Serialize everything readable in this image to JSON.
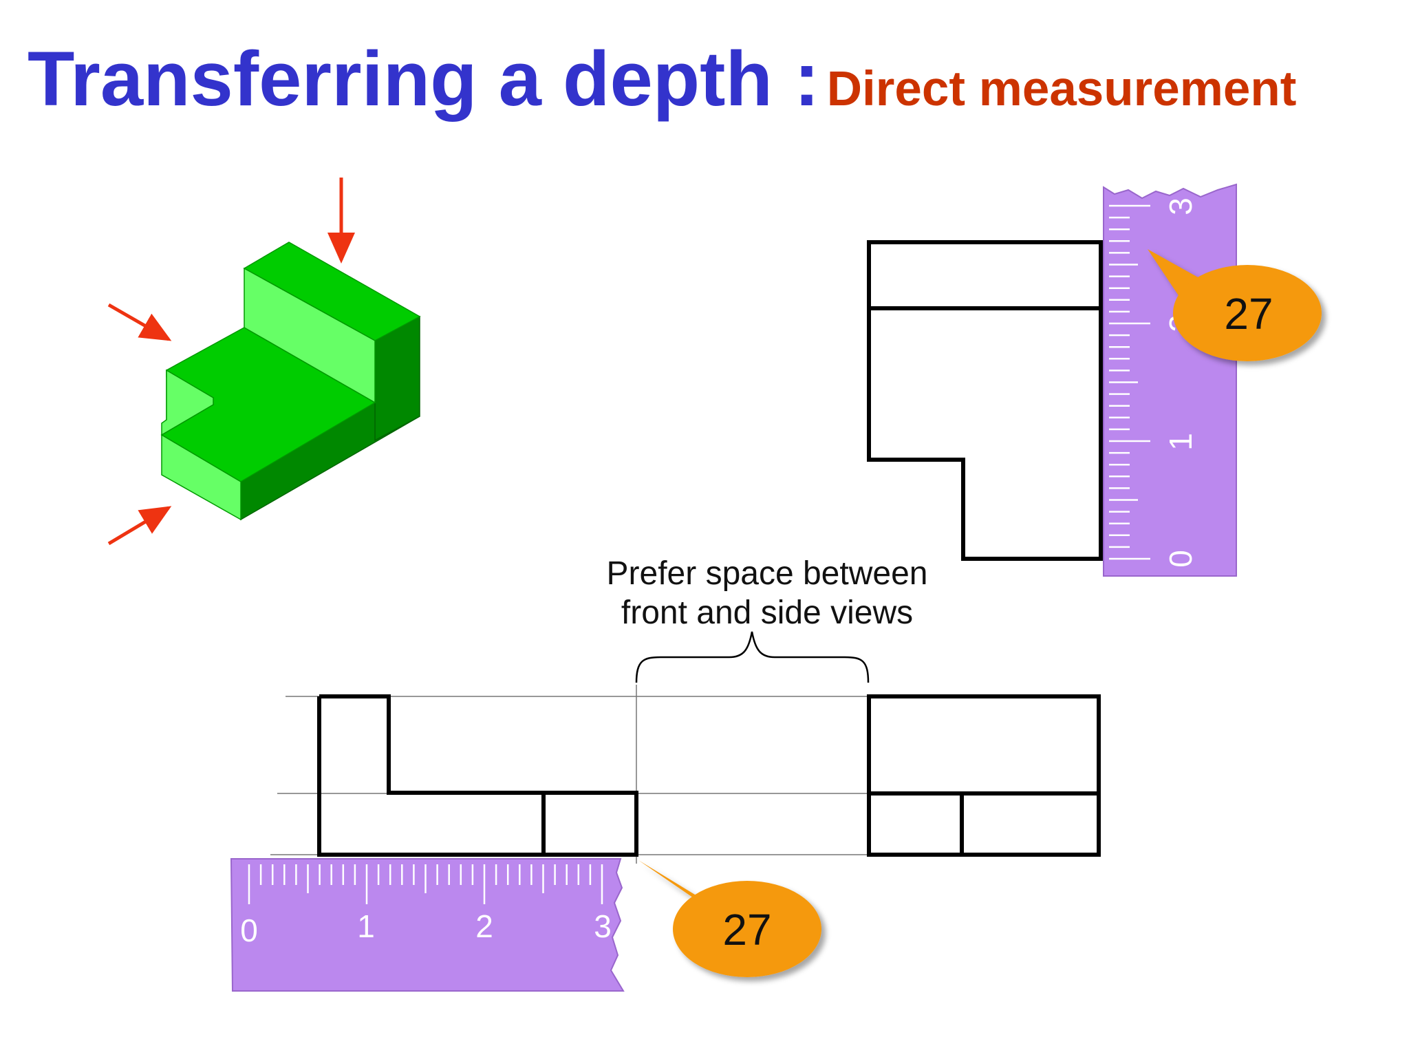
{
  "title": {
    "main": "Transferring a depth :",
    "sub": "Direct measurement"
  },
  "colors": {
    "title_blue": "#3333cc",
    "subtitle_red": "#cc3300",
    "block_green": "#00cc00",
    "arrow_red": "#ee3311",
    "ruler_purple": "#bb88ee",
    "callout_orange": "#f5990f"
  },
  "note": {
    "line1": "Prefer space between",
    "line2": "front and side views"
  },
  "callouts": {
    "top": "27",
    "bottom": "27"
  },
  "ruler_vertical": {
    "labels": [
      "0",
      "1",
      "2",
      "3"
    ]
  },
  "ruler_horizontal": {
    "labels": [
      "0",
      "1",
      "2",
      "3"
    ]
  }
}
